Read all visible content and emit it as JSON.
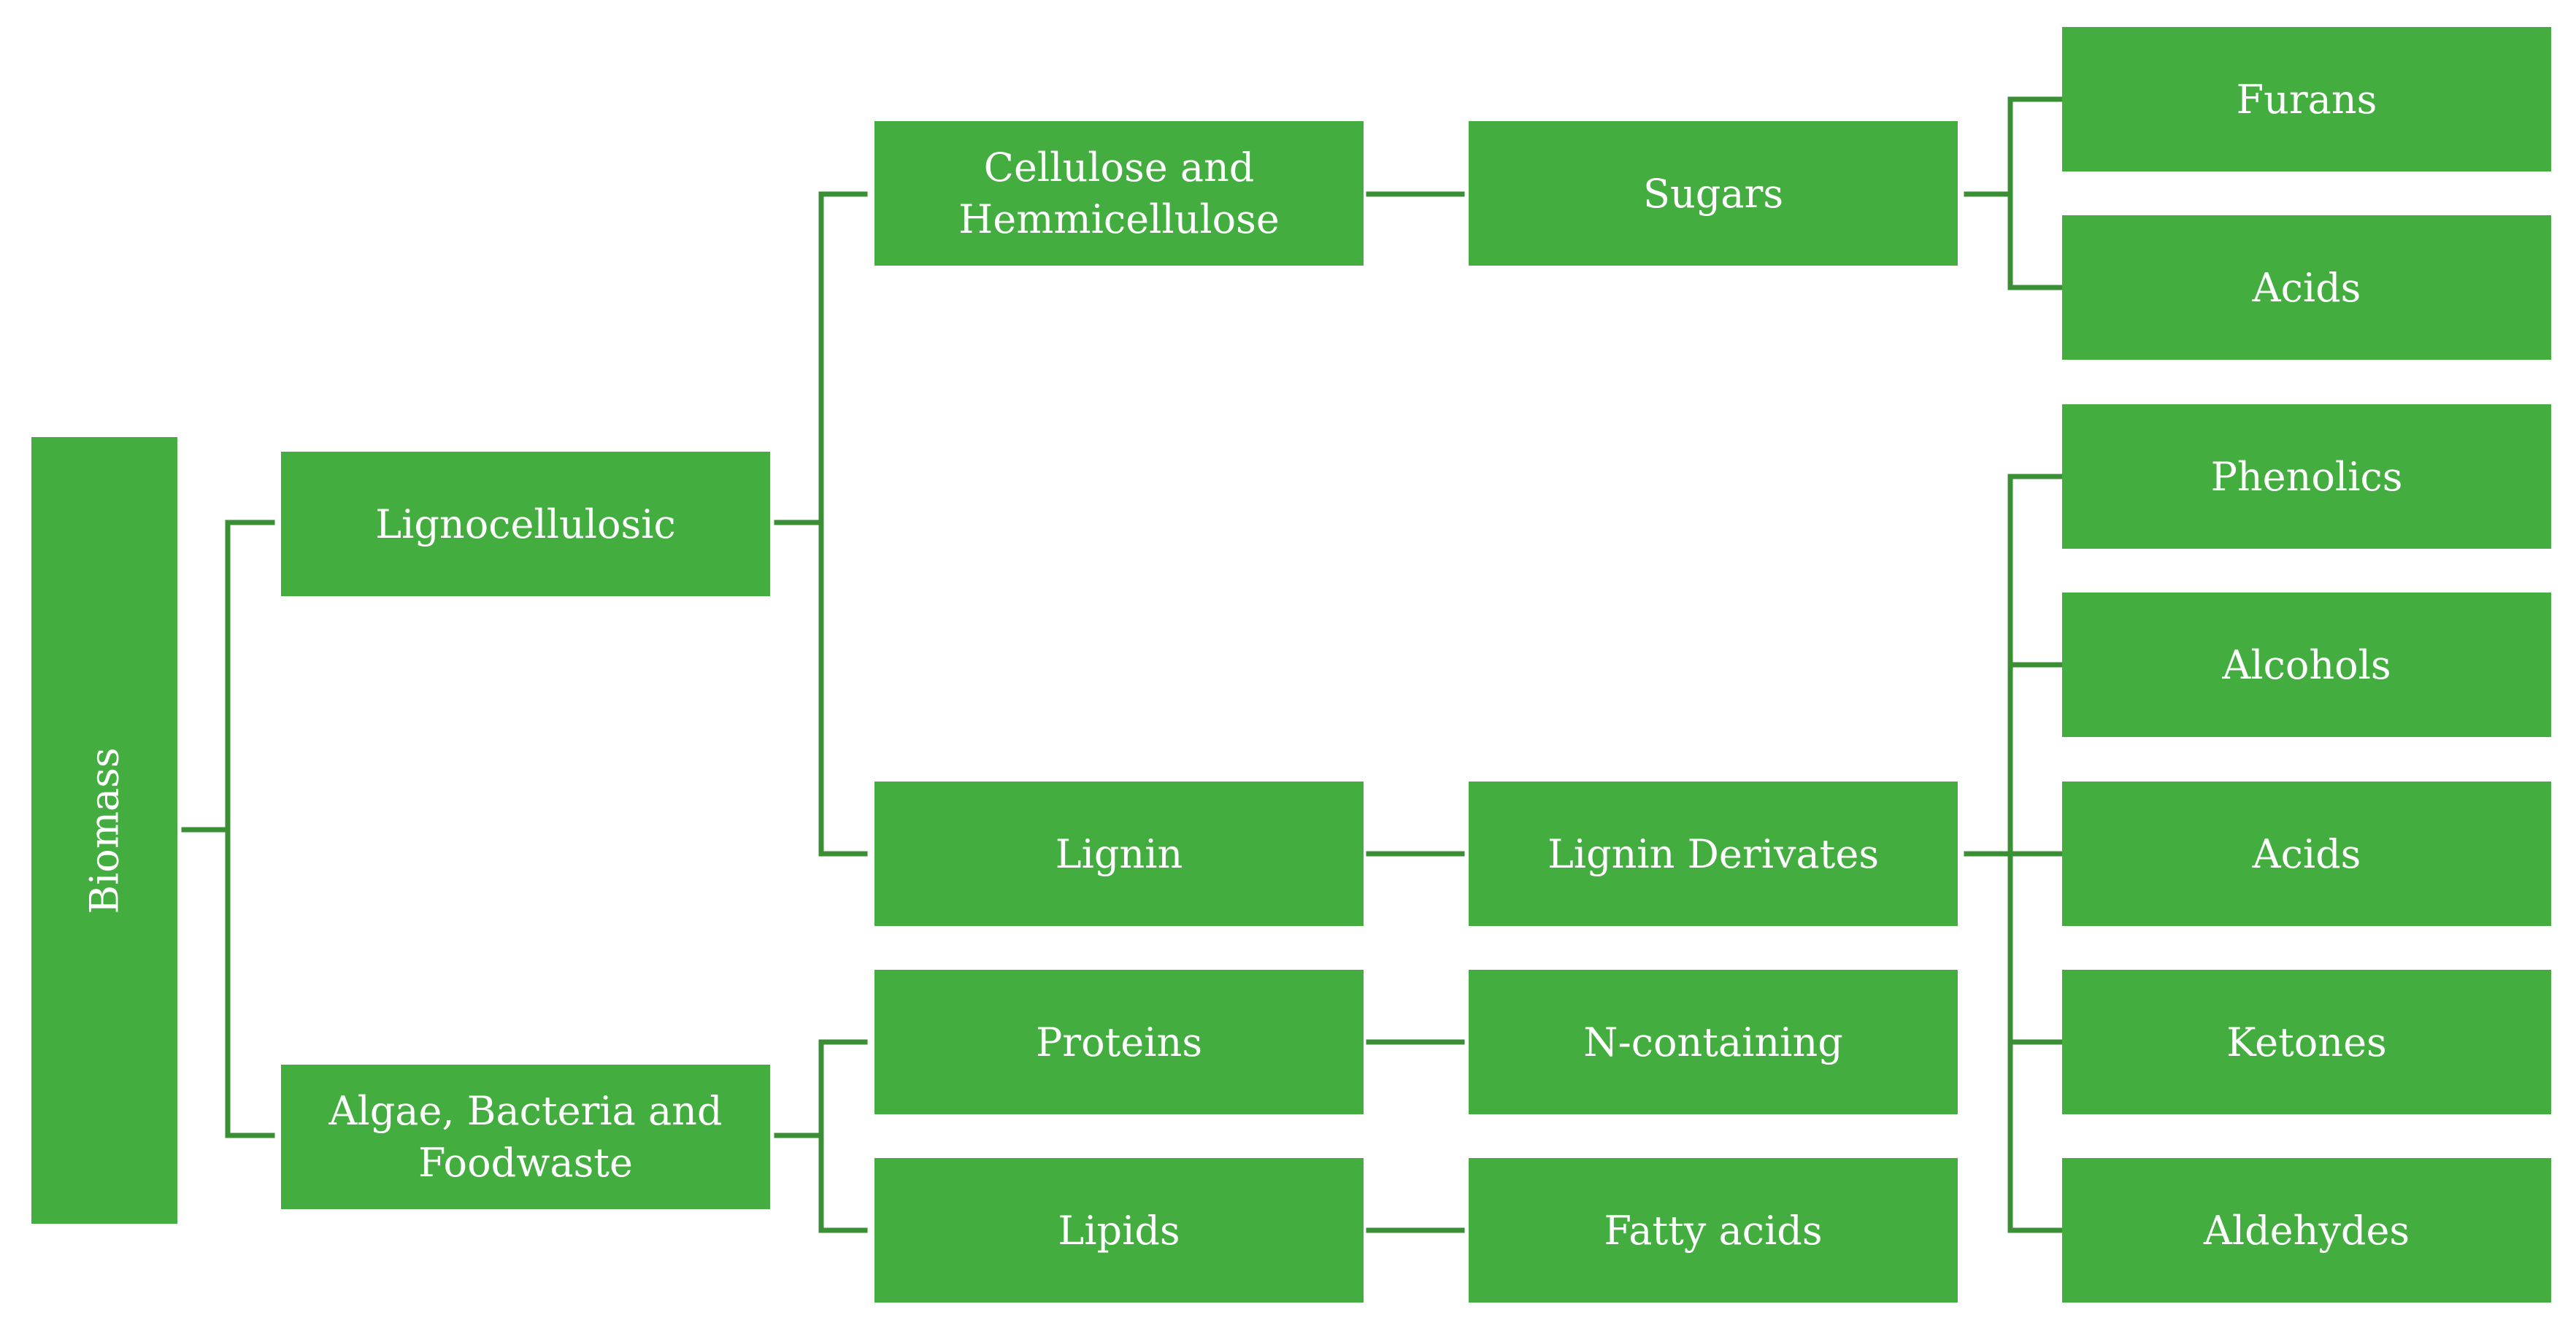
{
  "diagram": {
    "colors": {
      "node_fill": "#43AE3F",
      "node_text": "#FFFFFF",
      "connector": "#3A8F35"
    },
    "nodes": {
      "biomass": "Biomass",
      "lignocellulosic": "Lignocellulosic",
      "algae": "Algae, Bacteria and Foodwaste",
      "cellulose": "Cellulose and Hemmicellulose",
      "lignin": "Lignin",
      "proteins": "Proteins",
      "lipids": "Lipids",
      "sugars": "Sugars",
      "lignin_derivates": "Lignin Derivates",
      "n_containing": "N-containing",
      "fatty_acids": "Fatty acids",
      "furans": "Furans",
      "acids_sugars": "Acids",
      "phenolics": "Phenolics",
      "alcohols": "Alcohols",
      "acids_lignin": "Acids",
      "ketones": "Ketones",
      "aldehydes": "Aldehydes"
    }
  }
}
